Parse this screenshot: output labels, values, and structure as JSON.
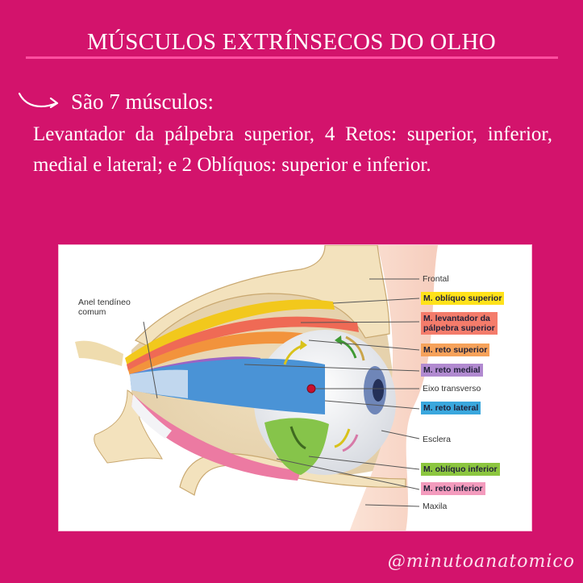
{
  "header": {
    "title": "MÚSCULOS EXTRÍNSECOS DO OLHO"
  },
  "intro": {
    "arrow_icon": "curved-arrow-right",
    "subheading": "São 7 músculos:",
    "paragraph": "Levantador da pálpebra superior, 4 Retos: superior, inferior, medial e lateral; e 2 Oblíquos: superior e inferior."
  },
  "figure": {
    "left_label": "Anel tendíneo comum",
    "labels": [
      {
        "id": "frontal",
        "text": "Frontal",
        "highlight": null
      },
      {
        "id": "obliquo-superior",
        "text": "M. oblíquo superior",
        "highlight": "#ffe21a"
      },
      {
        "id": "levantador",
        "text": "M. levantador da pálpebra superior",
        "highlight": "#f47c6b"
      },
      {
        "id": "reto-superior",
        "text": "M. reto superior",
        "highlight": "#f6a25a"
      },
      {
        "id": "reto-medial",
        "text": "M. reto medial",
        "highlight": "#b18ad0"
      },
      {
        "id": "eixo-transverso",
        "text": "Eixo transverso",
        "highlight": null
      },
      {
        "id": "reto-lateral",
        "text": "M. reto lateral",
        "highlight": "#3aa7dd"
      },
      {
        "id": "esclera",
        "text": "Esclera",
        "highlight": null
      },
      {
        "id": "obliquo-inferior",
        "text": "M. oblíquo inferior",
        "highlight": "#8cc63f"
      },
      {
        "id": "reto-inferior",
        "text": "M. reto inferior",
        "highlight": "#f39bbd"
      },
      {
        "id": "maxila",
        "text": "Maxila",
        "highlight": null
      }
    ],
    "label_lines": {
      "levantador_1": "M. levantador da",
      "levantador_2": "pálpebra superior"
    },
    "colors": {
      "bone": "#f3e2bd",
      "bone_edge": "#c9a870",
      "obliquo_superior": "#f2c81c",
      "levantador": "#ef6a55",
      "reto_superior": "#f2933c",
      "reto_medial": "#9b63c4",
      "reto_lateral": "#4a93d6",
      "obliquo_inferior": "#86c44a",
      "reto_inferior": "#ec7aa2"
    }
  },
  "footer": {
    "handle": "@minutoanatomico"
  },
  "theme": {
    "background": "#d3136c",
    "rule": "#ff4fa0",
    "text": "#ffffff"
  }
}
